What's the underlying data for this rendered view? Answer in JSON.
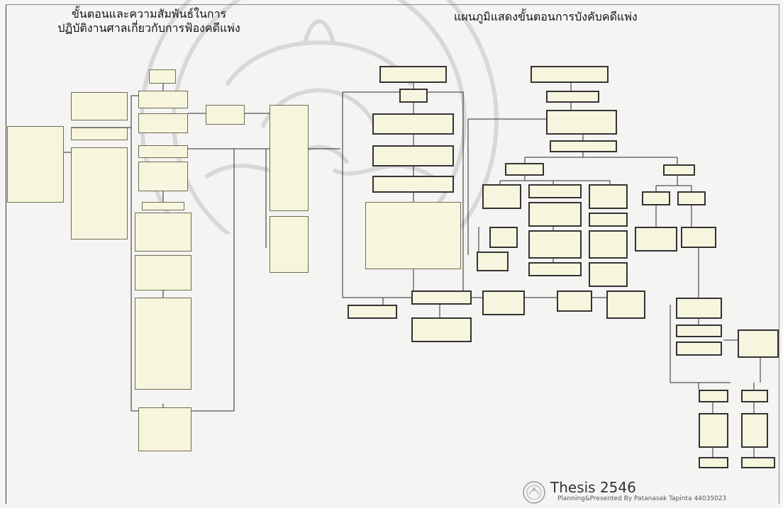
{
  "titles": {
    "left": "ขั้นตอนและความสัมพันธ์ในการ\nปฏิบัติงานศาลเกี่ยวกับการฟ้องคดีแพ่ง",
    "right": "แผนภูมิแสดงขั้นตอนการบังคับคดีแพ่ง"
  },
  "footer": {
    "main": "Thesis 2546",
    "sub": "Planning&Presented By Patanasak Tapinta 44035023"
  },
  "icons": {
    "watermark": "university-seal-watermark",
    "seal": "university-seal-icon"
  },
  "colors": {
    "background": "#f4f4f2",
    "box_fill": "#f8f5df",
    "box_border": "#6c6c52",
    "line": "#2a2a2a"
  }
}
